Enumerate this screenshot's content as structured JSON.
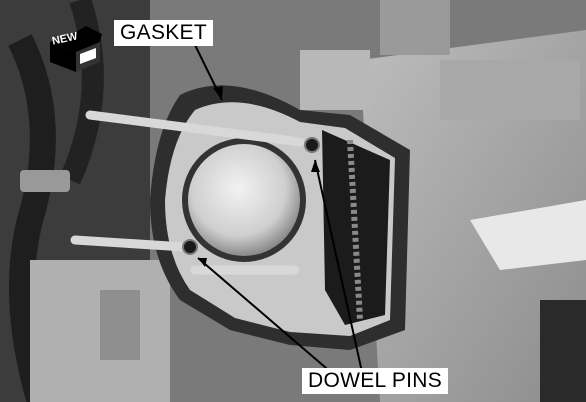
{
  "callouts": {
    "gasket": "GASKET",
    "dowel_pins": "DOWEL PINS"
  },
  "badge": {
    "text": "NEW",
    "icon": "new-part-box-icon"
  },
  "colors": {
    "metal_light": "#d6d6d6",
    "metal_dark": "#4a4a4a",
    "gasket": "#2e2e2e",
    "piston": "#e6e6e6",
    "leader": "#000000"
  }
}
